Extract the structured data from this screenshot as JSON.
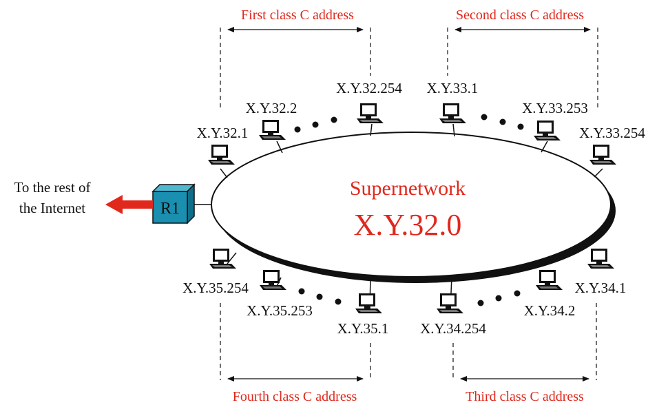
{
  "colors": {
    "accent_red": "#e0281c",
    "router_fill": "#1a8fb0",
    "monitor_screen": "#ffffff",
    "ink": "#111111"
  },
  "supernet": {
    "title": "Supernetwork",
    "address": "X.Y.32.0"
  },
  "router": {
    "label": "R1",
    "internet_label_line1": "To the rest of",
    "internet_label_line2": "the Internet"
  },
  "ranges": {
    "first": "First class C address",
    "second": "Second class C address",
    "third": "Third class C address",
    "fourth": "Fourth class C address"
  },
  "hosts": {
    "h32_1": "X.Y.32.1",
    "h32_2": "X.Y.32.2",
    "h32_254": "X.Y.32.254",
    "h33_1": "X.Y.33.1",
    "h33_253": "X.Y.33.253",
    "h33_254": "X.Y.33.254",
    "h34_1": "X.Y.34.1",
    "h34_2": "X.Y.34.2",
    "h34_254": "X.Y.34.254",
    "h35_1": "X.Y.35.1",
    "h35_253": "X.Y.35.253",
    "h35_254": "X.Y.35.254"
  }
}
